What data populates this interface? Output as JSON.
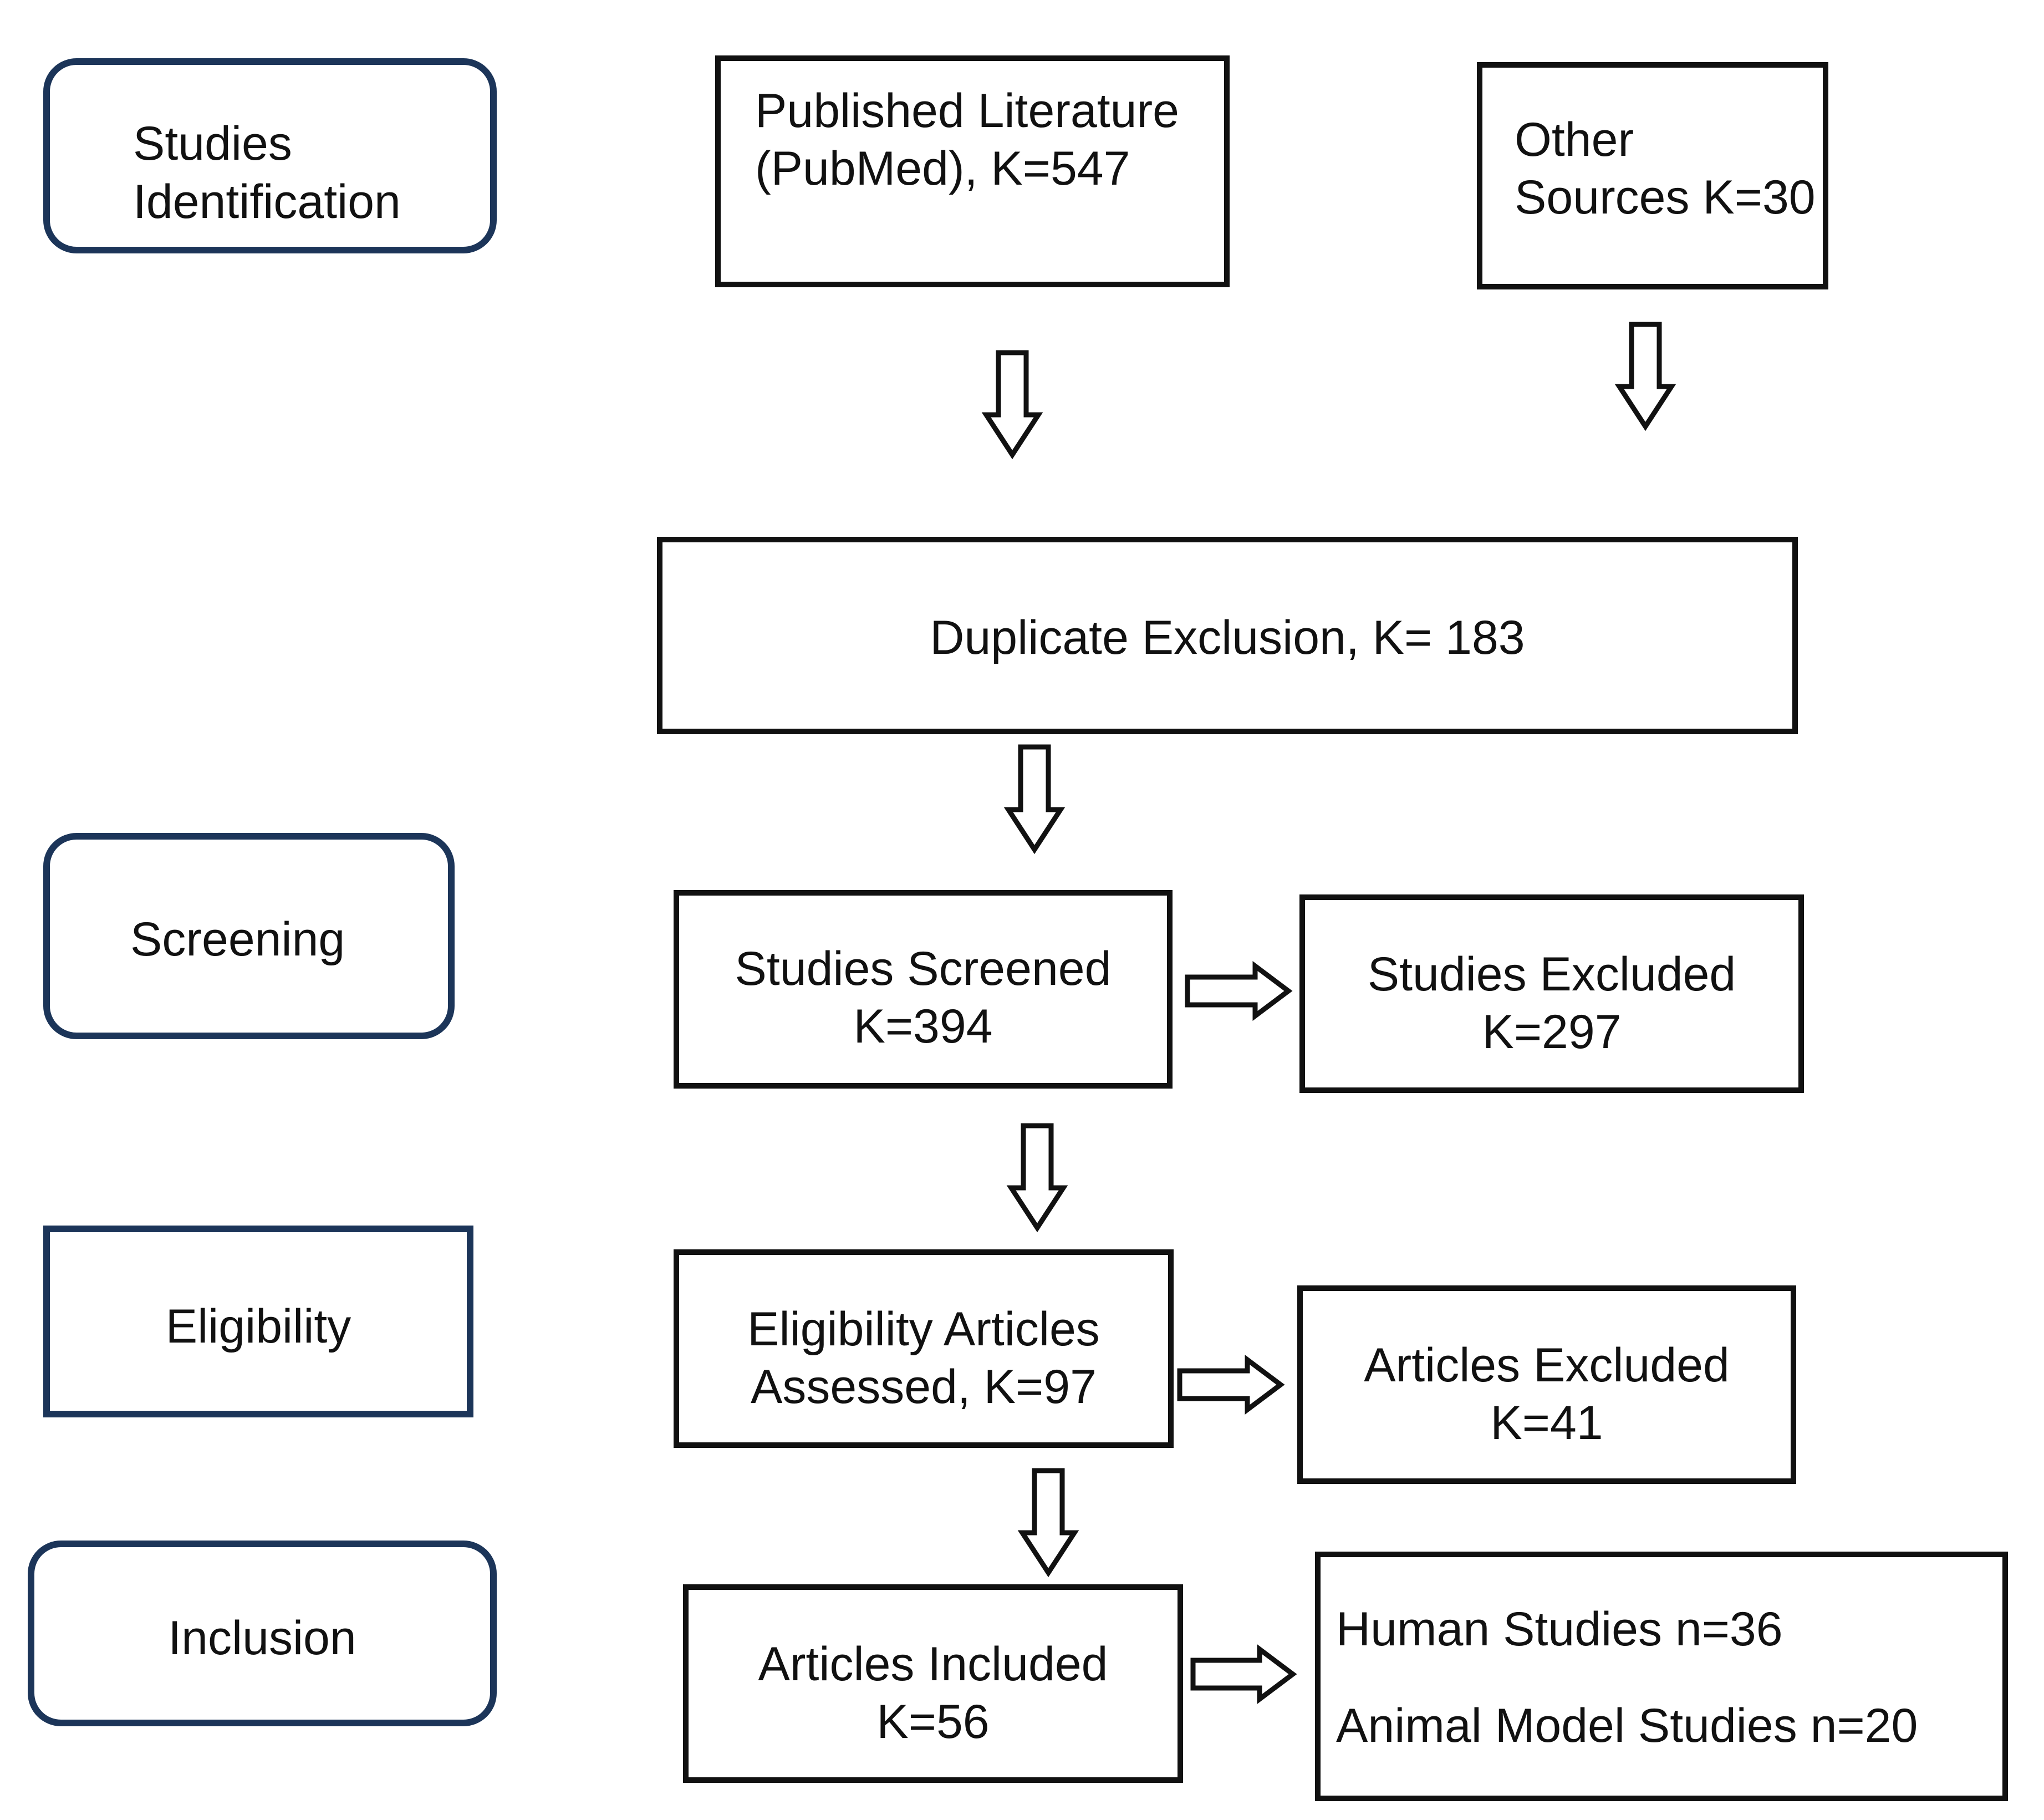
{
  "stages": {
    "identification": [
      "Studies",
      "Identification"
    ],
    "screening": "Screening",
    "eligibility": "Eligibility",
    "inclusion": "Inclusion"
  },
  "boxes": {
    "published": [
      "Published Literature",
      "(PubMed), K=547"
    ],
    "other": [
      "Other",
      "Sources K=30"
    ],
    "duplicate": "Duplicate Exclusion, K= 183",
    "screened": [
      "Studies Screened",
      "K=394"
    ],
    "screened_excluded": [
      "Studies Excluded",
      "K=297"
    ],
    "eligibility_assessed": [
      "Eligibility Articles",
      "Assessed, K=97"
    ],
    "articles_excluded": [
      "Articles Excluded",
      "K=41"
    ],
    "included": [
      "Articles Included",
      "K=56"
    ],
    "breakdown": [
      "Human Studies n=36",
      "Animal Model Studies n=20"
    ]
  }
}
